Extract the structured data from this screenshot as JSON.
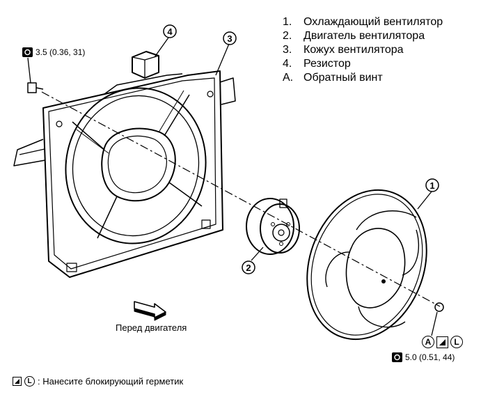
{
  "legend": [
    {
      "key": "1.",
      "text": "Охлаждающий вентилятор"
    },
    {
      "key": "2.",
      "text": "Двигатель вентилятора"
    },
    {
      "key": "3.",
      "text": "Кожух вентилятора"
    },
    {
      "key": "4.",
      "text": "Резистор"
    },
    {
      "key": "A.",
      "text": "Обратный винт"
    }
  ],
  "callouts": {
    "c1": "1",
    "c2": "2",
    "c3": "3",
    "c4": "4"
  },
  "torque_top": "3.5 (0.36, 31)",
  "torque_bottom": "5.0 (0.51, 44)",
  "front_label": "Перед двигателя",
  "markers": {
    "a": "A",
    "l": "L"
  },
  "note": {
    "l": "L",
    "text": ": Нанесите блокирующий герметик"
  },
  "icons": [
    "torque-wrench-icon",
    "sealant-icon",
    "front-arrow-icon"
  ]
}
